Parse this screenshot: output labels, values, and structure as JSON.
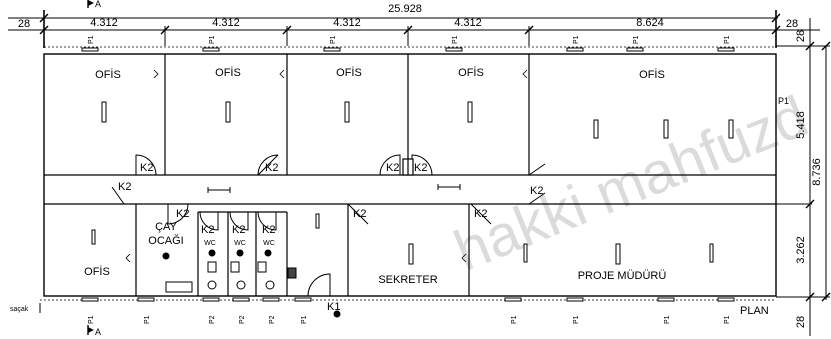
{
  "dimensions": {
    "overall_width": "25.928",
    "left_offset": "28",
    "right_offset": "28",
    "module_1": "4.312",
    "module_2": "4.312",
    "module_3": "4.312",
    "module_4": "4.312",
    "module_5": "8.624",
    "right_depth_top": "5.418",
    "right_depth_bottom": "3.262",
    "right_total": "8.736",
    "right_offset_top": "28",
    "right_offset_bottom": "28"
  },
  "rooms": {
    "ofis_1": "OFİS",
    "ofis_2": "OFİS",
    "ofis_3": "OFİS",
    "ofis_4": "OFİS",
    "ofis_5": "OFİS",
    "ofis_left": "OFİS",
    "cay_line1": "ÇAY",
    "cay_line2": "OCAĞI",
    "sekreter": "SEKRETER",
    "proje": "PROJE MÜDÜRÜ",
    "wc_1": "WC",
    "wc_2": "WC",
    "wc_3": "WC"
  },
  "door_tags": [
    "K2",
    "K2",
    "K2",
    "K2",
    "K2",
    "K2",
    "K2",
    "K2",
    "K2",
    "K2",
    "K2",
    "K2",
    "K1"
  ],
  "pole_tags": {
    "top": [
      "P1",
      "P1",
      "P1",
      "P1",
      "P1",
      "P1",
      "P1"
    ],
    "right": "P1",
    "bottom": [
      "P1",
      "P1",
      "P2",
      "P2",
      "P2",
      "P1",
      "P1",
      "P1",
      "P1",
      "P1"
    ]
  },
  "section_mark": "A",
  "section_mark_bottom": "A",
  "plan_label": "PLAN",
  "sacak_label": "saçak",
  "watermark": "hakki mahfuzd"
}
